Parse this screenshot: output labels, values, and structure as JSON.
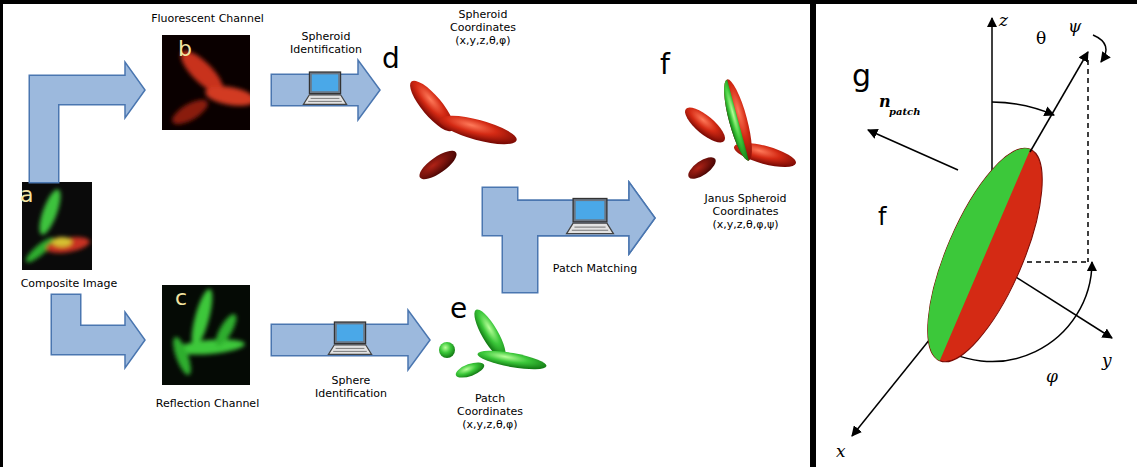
{
  "diagram": {
    "nodes": [
      {
        "text": [
          "a",
          "Composite Image"
        ]
      },
      {
        "text": [
          "Fluorescent Channel",
          "b"
        ]
      },
      {
        "text": [
          "c",
          "Reflection Channel"
        ]
      },
      {
        "text": [
          "d",
          "Spheroid Coordinates (x,y,z,θ,φ)"
        ]
      },
      {
        "text": [
          "e",
          "Patch Coordinates (x,y,z,θ,φ)"
        ]
      },
      {
        "text": [
          "f",
          "Janus Spheroid Coordinates (x,y,z,θ,φ,ψ)"
        ]
      }
    ],
    "edges": [
      {
        "from": 0,
        "to": 1,
        "arrow": "to"
      },
      {
        "from": 0,
        "to": 2,
        "arrow": "to"
      },
      {
        "from": 1,
        "to": 3,
        "label": "Spheroid Identification",
        "arrow": "to"
      },
      {
        "from": 2,
        "to": 4,
        "label": "Sphere Identification",
        "arrow": "to"
      },
      {
        "from": 3,
        "to": 5,
        "arrow": "to"
      },
      {
        "from": 4,
        "to": 5,
        "label": "Patch Matching",
        "arrow": "to"
      }
    ],
    "labels": [
      "g",
      "z",
      "θ",
      "ψ",
      "n",
      "patch",
      "f",
      "x",
      "y",
      "φ"
    ]
  }
}
